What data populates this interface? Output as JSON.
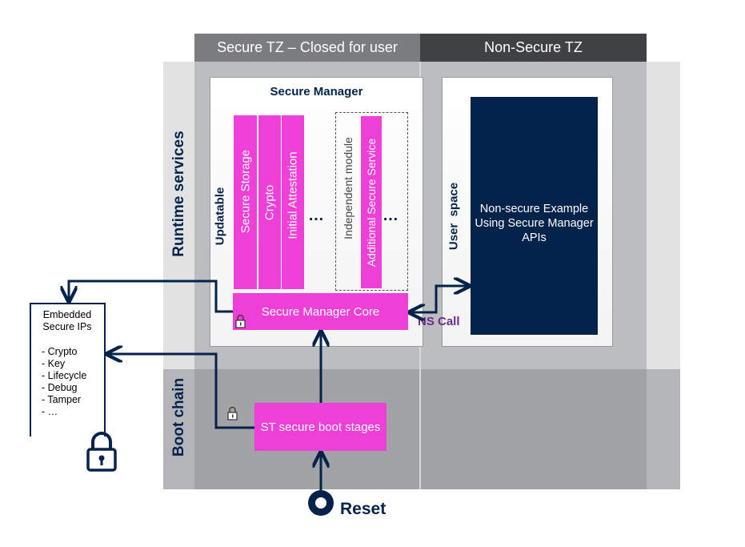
{
  "zones": {
    "secure_header": "Secure TZ – Closed for user",
    "nonsecure_header": "Non-Secure TZ"
  },
  "rows": {
    "runtime_label": "Runtime services",
    "boot_label": "Boot chain"
  },
  "secure_manager": {
    "title": "Secure Manager",
    "updatable_label": "Updatable",
    "services": [
      "Secure Storage",
      "Crypto",
      "Initial Attestation"
    ],
    "ellipsis": "…",
    "independent_module": "Independent module",
    "additional_service": "Additional Secure Service",
    "core_label": "Secure Manager Core"
  },
  "nonsecure": {
    "user_space_label": "User  space",
    "example_app": "Non-secure Example Using Secure Manager APIs",
    "ns_call_label": "NS Call"
  },
  "boot": {
    "stages_label": "ST secure boot stages",
    "reset_label": "Reset"
  },
  "embedded_ips": {
    "title": "Embedded Secure IPs",
    "items": [
      "- Crypto",
      "- Key",
      "- Lifecycle",
      "- Debug",
      "- Tamper",
      "- …"
    ]
  },
  "colors": {
    "navy": "#03234b",
    "magenta": "#ee3fd6",
    "purple_label": "#6b2c91",
    "header_secure": "#7b7c7f",
    "header_nonsecure": "#404144"
  }
}
